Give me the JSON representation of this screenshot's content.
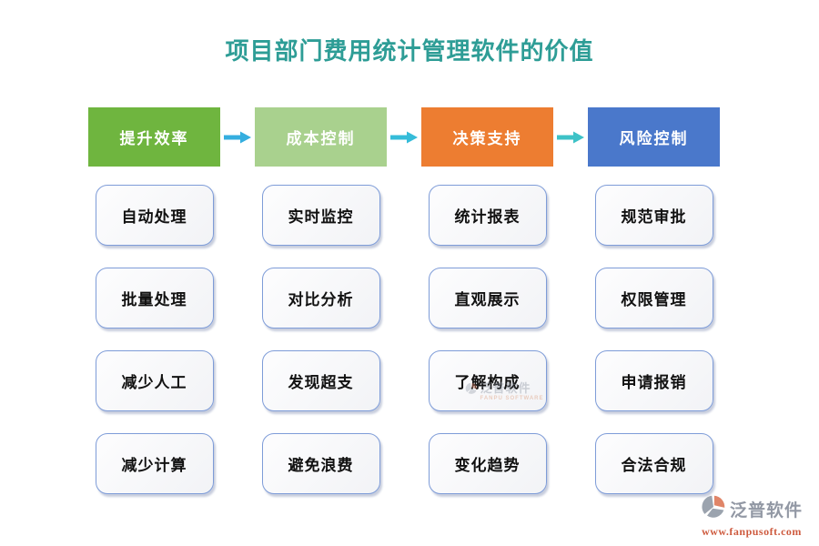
{
  "title": "项目部门费用统计管理软件的价值",
  "title_color": "#2E9D96",
  "columns": [
    {
      "header": "提升效率",
      "color": "#6FB53F",
      "items": [
        "自动处理",
        "批量处理",
        "减少人工",
        "减少计算"
      ]
    },
    {
      "header": "成本控制",
      "color": "#A9D18E",
      "items": [
        "实时监控",
        "对比分析",
        "发现超支",
        "避免浪费"
      ]
    },
    {
      "header": "决策支持",
      "color": "#ED7D31",
      "items": [
        "统计报表",
        "直观展示",
        "了解构成",
        "变化趋势"
      ]
    },
    {
      "header": "风险控制",
      "color": "#4A78CB",
      "items": [
        "规范审批",
        "权限管理",
        "申请报销",
        "合法合规"
      ]
    }
  ],
  "arrow_colors": [
    "#35AEDF",
    "#35BCD9",
    "#3DC2C7"
  ],
  "watermark": {
    "text": "泛普软件",
    "subtext": "FANPU SOFTWARE"
  },
  "logo": {
    "name": "泛普软件",
    "url": "www.fanpusoft.com",
    "name_color": "#9298A4",
    "url_color": "#CE5B3F",
    "icon_grey": "#9BA3AE",
    "icon_orange": "#E08568"
  }
}
